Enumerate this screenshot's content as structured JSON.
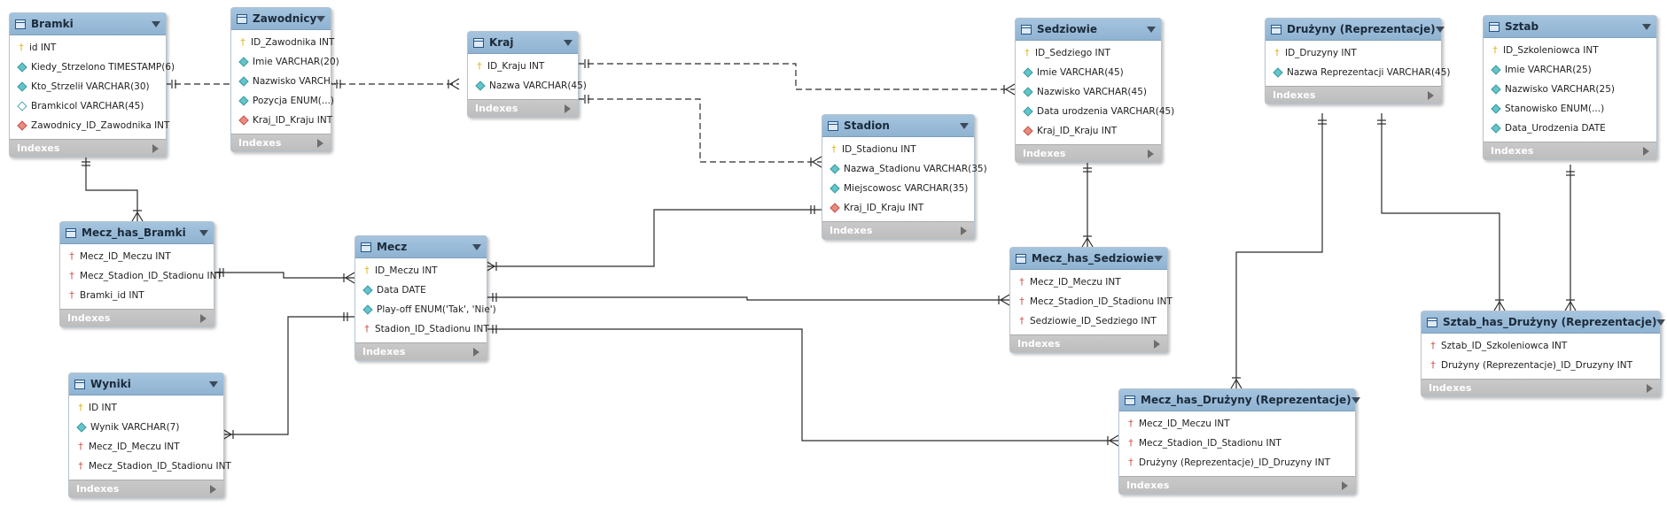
{
  "diagram": {
    "indexes_label": "Indexes",
    "tables": [
      {
        "id": "bramki",
        "title": "Bramki",
        "columns": [
          {
            "name": "id INT",
            "kind": "pk"
          },
          {
            "name": "Kiedy_Strzelono TIMESTAMP(6)",
            "kind": "col"
          },
          {
            "name": "Kto_Strzelił VARCHAR(30)",
            "kind": "col"
          },
          {
            "name": "Bramkicol VARCHAR(45)",
            "kind": "null"
          },
          {
            "name": "Zawodnicy_ID_Zawodnika INT",
            "kind": "fkcol"
          }
        ]
      },
      {
        "id": "zawodnicy",
        "title": "Zawodnicy",
        "columns": [
          {
            "name": "ID_Zawodnika INT",
            "kind": "pk"
          },
          {
            "name": "Imie VARCHAR(20)",
            "kind": "col"
          },
          {
            "name": "Nazwisko VARCH...",
            "kind": "col"
          },
          {
            "name": "Pozycja ENUM(...)",
            "kind": "col"
          },
          {
            "name": "Kraj_ID_Kraju INT",
            "kind": "fkcol"
          }
        ]
      },
      {
        "id": "kraj",
        "title": "Kraj",
        "columns": [
          {
            "name": "ID_Kraju INT",
            "kind": "pk"
          },
          {
            "name": "Nazwa VARCHAR(45)",
            "kind": "col"
          }
        ]
      },
      {
        "id": "sedziowie",
        "title": "Sedziowie",
        "columns": [
          {
            "name": "ID_Sedziego INT",
            "kind": "pk"
          },
          {
            "name": "Imie VARCHAR(45)",
            "kind": "col"
          },
          {
            "name": "Nazwisko VARCHAR(45)",
            "kind": "col"
          },
          {
            "name": "Data urodzenia VARCHAR(45)",
            "kind": "col"
          },
          {
            "name": "Kraj_ID_Kraju INT",
            "kind": "fkcol"
          }
        ]
      },
      {
        "id": "druzyny",
        "title": "Drużyny (Reprezentacje)",
        "columns": [
          {
            "name": "ID_Druzyny INT",
            "kind": "pk"
          },
          {
            "name": "Nazwa Reprezentacji VARCHAR(45)",
            "kind": "col"
          }
        ]
      },
      {
        "id": "sztab",
        "title": "Sztab",
        "columns": [
          {
            "name": "ID_Szkoleniowca INT",
            "kind": "pk"
          },
          {
            "name": "Imie VARCHAR(25)",
            "kind": "col"
          },
          {
            "name": "Nazwisko VARCHAR(25)",
            "kind": "col"
          },
          {
            "name": "Stanowisko ENUM(...)",
            "kind": "col"
          },
          {
            "name": "Data_Urodzenia DATE",
            "kind": "col"
          }
        ]
      },
      {
        "id": "stadion",
        "title": "Stadion",
        "columns": [
          {
            "name": "ID_Stadionu INT",
            "kind": "pk"
          },
          {
            "name": "Nazwa_Stadionu VARCHAR(35)",
            "kind": "col"
          },
          {
            "name": "Miejscowosc VARCHAR(35)",
            "kind": "col"
          },
          {
            "name": "Kraj_ID_Kraju INT",
            "kind": "fkcol"
          }
        ]
      },
      {
        "id": "mecz_bramki",
        "title": "Mecz_has_Bramki",
        "columns": [
          {
            "name": "Mecz_ID_Meczu INT",
            "kind": "fk"
          },
          {
            "name": "Mecz_Stadion_ID_Stadionu INT",
            "kind": "fk"
          },
          {
            "name": "Bramki_id INT",
            "kind": "fk"
          }
        ]
      },
      {
        "id": "mecz",
        "title": "Mecz",
        "columns": [
          {
            "name": "ID_Meczu INT",
            "kind": "pk"
          },
          {
            "name": "Data DATE",
            "kind": "col"
          },
          {
            "name": "Play-off ENUM('Tak', 'Nie')",
            "kind": "col"
          },
          {
            "name": "Stadion_ID_Stadionu INT",
            "kind": "fk"
          }
        ]
      },
      {
        "id": "mecz_sedziowie",
        "title": "Mecz_has_Sedziowie",
        "columns": [
          {
            "name": "Mecz_ID_Meczu INT",
            "kind": "fk"
          },
          {
            "name": "Mecz_Stadion_ID_Stadionu INT",
            "kind": "fk"
          },
          {
            "name": "Sedziowie_ID_Sedziego INT",
            "kind": "fk"
          }
        ]
      },
      {
        "id": "sztab_druzyny",
        "title": "Sztab_has_Drużyny (Reprezentacje)",
        "columns": [
          {
            "name": "Sztab_ID_Szkoleniowca INT",
            "kind": "fk"
          },
          {
            "name": "Drużyny (Reprezentacje)_ID_Druzyny INT",
            "kind": "fk"
          }
        ]
      },
      {
        "id": "wyniki",
        "title": "Wyniki",
        "columns": [
          {
            "name": "ID INT",
            "kind": "pk"
          },
          {
            "name": "Wynik VARCHAR(7)",
            "kind": "col"
          },
          {
            "name": "Mecz_ID_Meczu INT",
            "kind": "fk"
          },
          {
            "name": "Mecz_Stadion_ID_Stadionu INT",
            "kind": "fk"
          }
        ]
      },
      {
        "id": "mecz_druzyny",
        "title": "Mecz_has_Drużyny (Reprezentacje)",
        "columns": [
          {
            "name": "Mecz_ID_Meczu INT",
            "kind": "fk"
          },
          {
            "name": "Mecz_Stadion_ID_Stadionu INT",
            "kind": "fk"
          },
          {
            "name": "Drużyny (Reprezentacje)_ID_Druzyny INT",
            "kind": "fk"
          }
        ]
      }
    ],
    "relationships": [
      {
        "from": "zawodnicy",
        "to": "bramki",
        "identifying": false
      },
      {
        "from": "kraj",
        "to": "zawodnicy",
        "identifying": false
      },
      {
        "from": "kraj",
        "to": "sedziowie",
        "identifying": false
      },
      {
        "from": "kraj",
        "to": "stadion",
        "identifying": false
      },
      {
        "from": "bramki",
        "to": "mecz_bramki",
        "identifying": true
      },
      {
        "from": "mecz",
        "to": "mecz_bramki",
        "identifying": true
      },
      {
        "from": "stadion",
        "to": "mecz",
        "identifying": true
      },
      {
        "from": "mecz",
        "to": "mecz_sedziowie",
        "identifying": true
      },
      {
        "from": "sedziowie",
        "to": "mecz_sedziowie",
        "identifying": true
      },
      {
        "from": "mecz",
        "to": "wyniki",
        "identifying": true
      },
      {
        "from": "mecz",
        "to": "mecz_druzyny",
        "identifying": true
      },
      {
        "from": "druzyny",
        "to": "mecz_druzyny",
        "identifying": true
      },
      {
        "from": "druzyny",
        "to": "sztab_druzyny",
        "identifying": true
      },
      {
        "from": "sztab",
        "to": "sztab_druzyny",
        "identifying": true
      }
    ]
  }
}
